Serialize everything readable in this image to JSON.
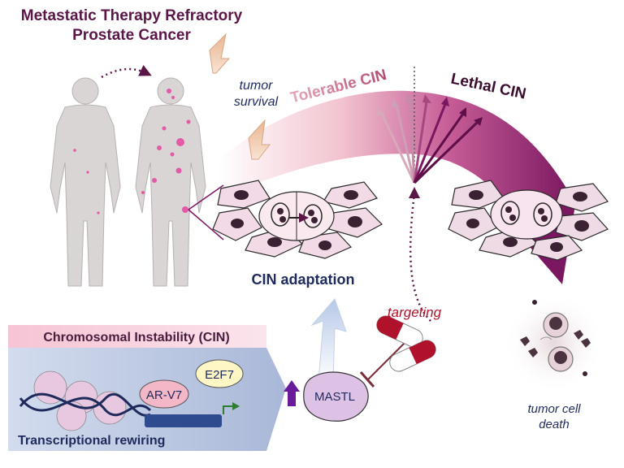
{
  "title_line1": "Metastatic Therapy Refractory",
  "title_line2": "Prostate Cancer",
  "tumor_survival_line1": "tumor",
  "tumor_survival_line2": "survival",
  "tolerable_cin": "Tolerable CIN",
  "lethal_cin": "Lethal CIN",
  "cin_adaptation": "CIN adaptation",
  "targeting": "targeting",
  "chromosomal_instability": "Chromosomal Instability (CIN)",
  "e2f7": "E2F7",
  "ar_v7": "AR-V7",
  "mastl": "MASTL",
  "transcriptional_rewiring": "Transcriptional rewiring",
  "tumor_cell_death_line1": "tumor cell",
  "tumor_cell_death_line2": "death",
  "colors": {
    "title": "#5a1647",
    "lethal": "#7b1760",
    "tolerable": "#c9607f",
    "navy": "#1f2a5c",
    "targeting_red": "#b0122b",
    "dna_bar": "#2e4b8f"
  }
}
